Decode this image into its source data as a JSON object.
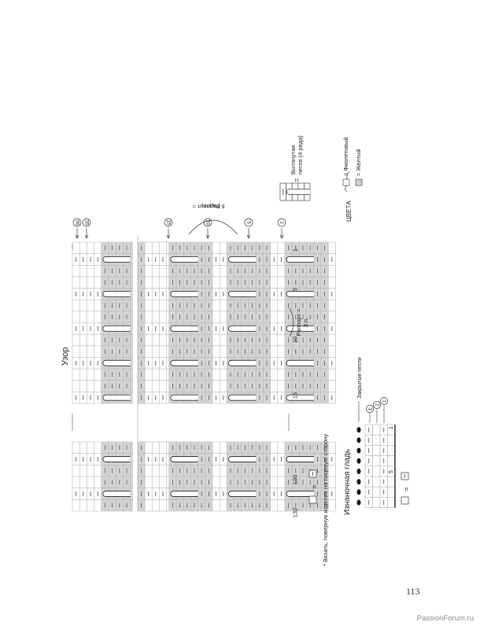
{
  "title": "Узор",
  "row_labels": [
    "36",
    "35",
    "15",
    "10",
    "5",
    "1"
  ],
  "rapport_rows": "Раппорт =\n6 рядов",
  "rapport_stitches": "Раппорт =\n3 п.",
  "column_numbers": [
    "1",
    "5",
    "10",
    "15",
    "130",
    "132"
  ],
  "legend_elongated": "Вытянутая\nпетля (4 ряда)",
  "colors_label": "ЦВЕТА",
  "colors": [
    {
      "name": "= Фиолетовый",
      "swatch": "#ffffff"
    },
    {
      "name": "= Желтый",
      "swatch": "#cfcfcf"
    }
  ],
  "legend_purl_sign": "=",
  "wrong_side_note": "* Вязать, повернув изделие на лицевую сторону",
  "reverse_title": "Изнаночная гладь",
  "closed_loops": "Закрытые петли",
  "reverse_rows": [
    "3",
    "2",
    "1"
  ],
  "reverse_cols": [
    "1",
    "5"
  ],
  "page_number": "113",
  "watermark": "PassionForum.ru",
  "grid_color": "#b5b5b5",
  "shade_color": "#d4d4d4"
}
